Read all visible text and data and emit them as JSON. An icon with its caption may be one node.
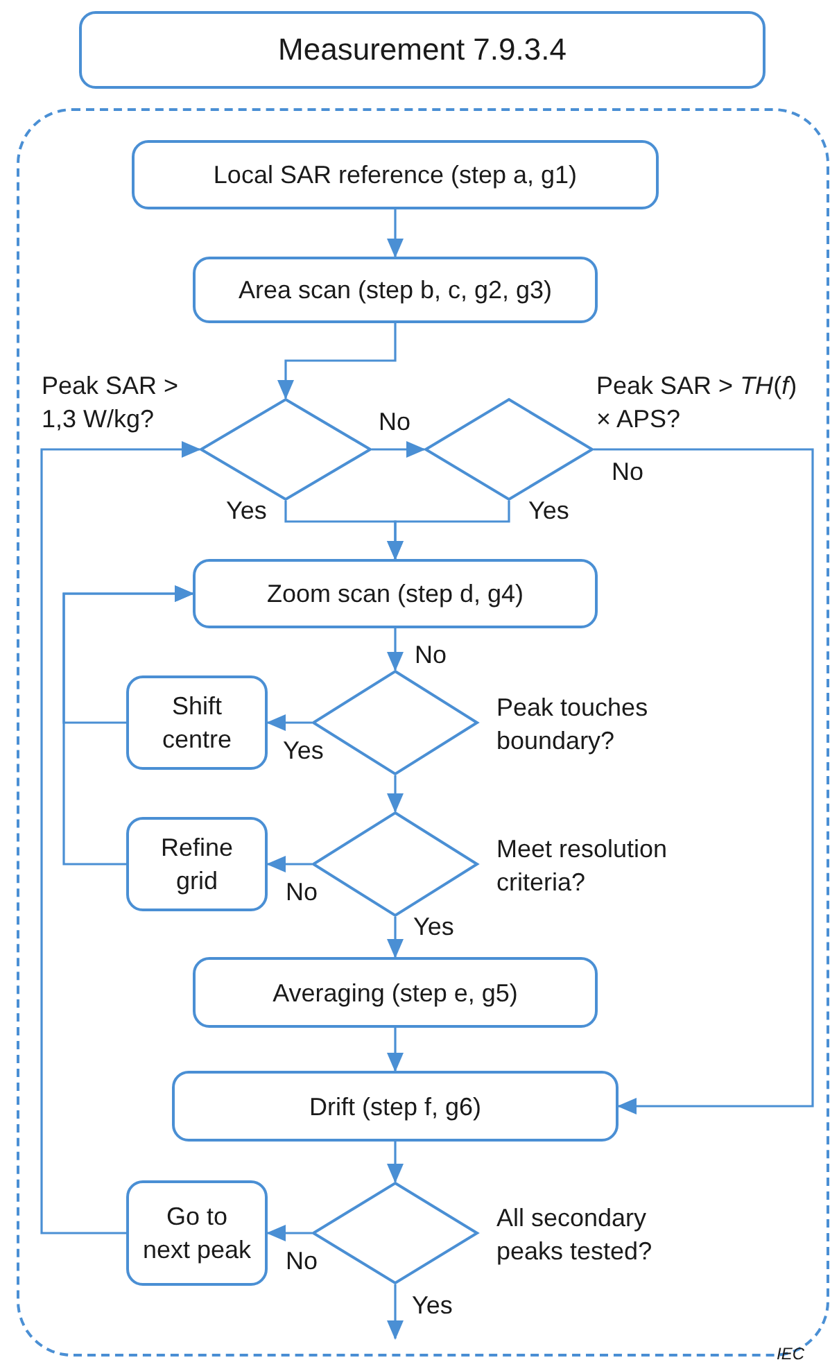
{
  "diagram": {
    "nodes": [
      {
        "text": [
          "Measurement 7.9.3.4"
        ]
      },
      {
        "text": [],
        "shape": "box"
      },
      {
        "text": [
          "Local SAR reference (step a, g1)"
        ],
        "in": 1
      },
      {
        "text": [
          "Area scan (step b, c, g2, g3)"
        ],
        "in": 1
      },
      {
        "text": [
          "Peak SAR > 1,3 W/kg?"
        ],
        "in": 1
      },
      {
        "text": [
          "Peak SAR > *TH*(*f*) × APS?"
        ],
        "in": 1
      },
      {
        "text": [
          "Zoom scan (step d, g4)"
        ],
        "in": 1
      },
      {
        "text": [
          "Peak touches boundary?"
        ],
        "in": 1
      },
      {
        "text": [
          "Shift centre"
        ],
        "in": 1
      },
      {
        "text": [
          "Meet resolution criteria?"
        ],
        "in": 1
      },
      {
        "text": [
          "Refine grid"
        ],
        "in": 1
      },
      {
        "text": [
          "Averaging (step e, g5)"
        ],
        "in": 1
      },
      {
        "text": [
          "Drift (step f, g6)"
        ],
        "in": 1
      },
      {
        "text": [
          "All secondary peaks tested?"
        ],
        "in": 1
      },
      {
        "text": [
          "Go to next peak"
        ],
        "in": 1
      }
    ],
    "edges": [
      {
        "from": 2,
        "to": 3,
        "arrow": "to"
      },
      {
        "from": 3,
        "to": 4,
        "arrow": "to"
      },
      {
        "from": 4,
        "to": 5,
        "arrow": "to",
        "label": "No"
      },
      {
        "from": 4,
        "to": 6,
        "arrow": "to",
        "label": "Yes"
      },
      {
        "from": 5,
        "to": 6,
        "arrow": "to",
        "label": "Yes"
      },
      {
        "from": 5,
        "to": 12,
        "arrow": "to",
        "label": "No"
      },
      {
        "from": 6,
        "to": 7,
        "arrow": "to",
        "label": "No"
      },
      {
        "from": 7,
        "to": 8,
        "arrow": "to",
        "label": "Yes"
      },
      {
        "from": 7,
        "to": 9,
        "arrow": "to"
      },
      {
        "from": 8,
        "to": 6,
        "arrow": "to"
      },
      {
        "from": 9,
        "to": 10,
        "arrow": "to",
        "label": "No"
      },
      {
        "from": 10,
        "to": 6,
        "arrow": "to"
      },
      {
        "from": 9,
        "to": 11,
        "arrow": "to",
        "label": "Yes"
      },
      {
        "from": 11,
        "to": 12,
        "arrow": "to"
      },
      {
        "from": 12,
        "to": 13,
        "arrow": "to"
      },
      {
        "from": 13,
        "to": 14,
        "arrow": "to",
        "label": "No"
      },
      {
        "from": 14,
        "to": 4,
        "arrow": "to"
      },
      {
        "from": 13,
        "to": null,
        "arrow": "to",
        "label": "Yes"
      }
    ],
    "labels": [
      "IEC"
    ]
  }
}
